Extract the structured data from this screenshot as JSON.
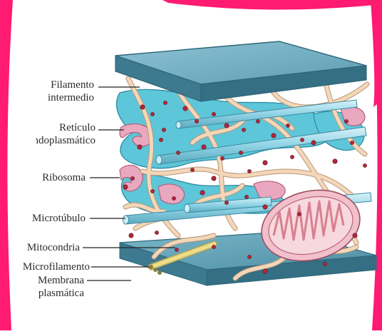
{
  "figure": {
    "labels": [
      {
        "id": "filamento",
        "lines": [
          "Filamento",
          "intermedio"
        ]
      },
      {
        "id": "reticulo",
        "lines": [
          "Retículo",
          "endoplasmático"
        ]
      },
      {
        "id": "ribosoma",
        "lines": [
          "Ribosoma"
        ]
      },
      {
        "id": "microtubulo",
        "lines": [
          "Microtúbulo"
        ]
      },
      {
        "id": "mitocondria",
        "lines": [
          "Mitocondria"
        ]
      },
      {
        "id": "microfilamento",
        "lines": [
          "Microfilamento"
        ]
      },
      {
        "id": "membrana",
        "lines": [
          "Membrana",
          "plasmática"
        ]
      }
    ]
  },
  "colors": {
    "frame_pink": "#ff1a72",
    "plate_top": "#5f9db2",
    "plate_top_light": "#8cc3d4",
    "plate_side": "#3d7a90",
    "er_blue": "#5dc6d8",
    "er_pink": "#e9a8c0",
    "filament": "#f3d7b8",
    "filament_stroke": "#b7967a",
    "ribosome": "#b2273a",
    "microtubule": "#8fd3e5",
    "mito_outer": "#f2c0cc",
    "mito_inner": "#d8808f",
    "microfil": "#eede8a",
    "leader": "#222222"
  }
}
